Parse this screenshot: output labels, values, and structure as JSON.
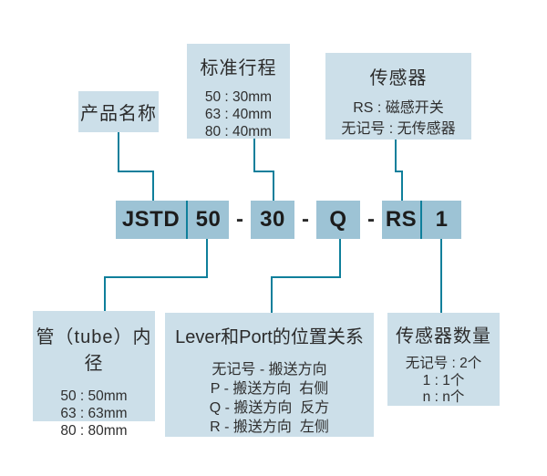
{
  "diagram": {
    "callouts": {
      "product_name": {
        "title": "产品名称"
      },
      "standard_stroke": {
        "title": "标准行程",
        "lines": [
          "50 : 30mm",
          "63 : 40mm",
          "80 : 40mm"
        ]
      },
      "sensor": {
        "title": "传感器",
        "lines": [
          "RS : 磁感开关",
          "无记号 : 无传感器"
        ]
      },
      "tube_bore": {
        "title": "管（tube）内径",
        "lines": [
          "50 : 50mm",
          "63 : 63mm",
          "80 : 80mm"
        ]
      },
      "lever_port": {
        "title": "Lever和Port的位置关系",
        "lines": [
          "无记号 - 搬送方向",
          "P - 搬送方向  右侧",
          "Q - 搬送方向  反方",
          "R - 搬送方向  左侧"
        ]
      },
      "sensor_qty": {
        "title": "传感器数量",
        "lines": [
          "无记号 : 2个",
          "1 : 1个",
          "n : n个"
        ]
      }
    },
    "code": {
      "prefix": "JSTD",
      "bore": "50",
      "stroke": "30",
      "lever": "Q",
      "sensor": "RS",
      "qty": "1",
      "dash": "-"
    },
    "colors": {
      "callout_fill": "#CCDFE9",
      "code_fill": "#9DC3D5",
      "connector": "#0F7F9B",
      "text": "#2B2B2B"
    }
  }
}
